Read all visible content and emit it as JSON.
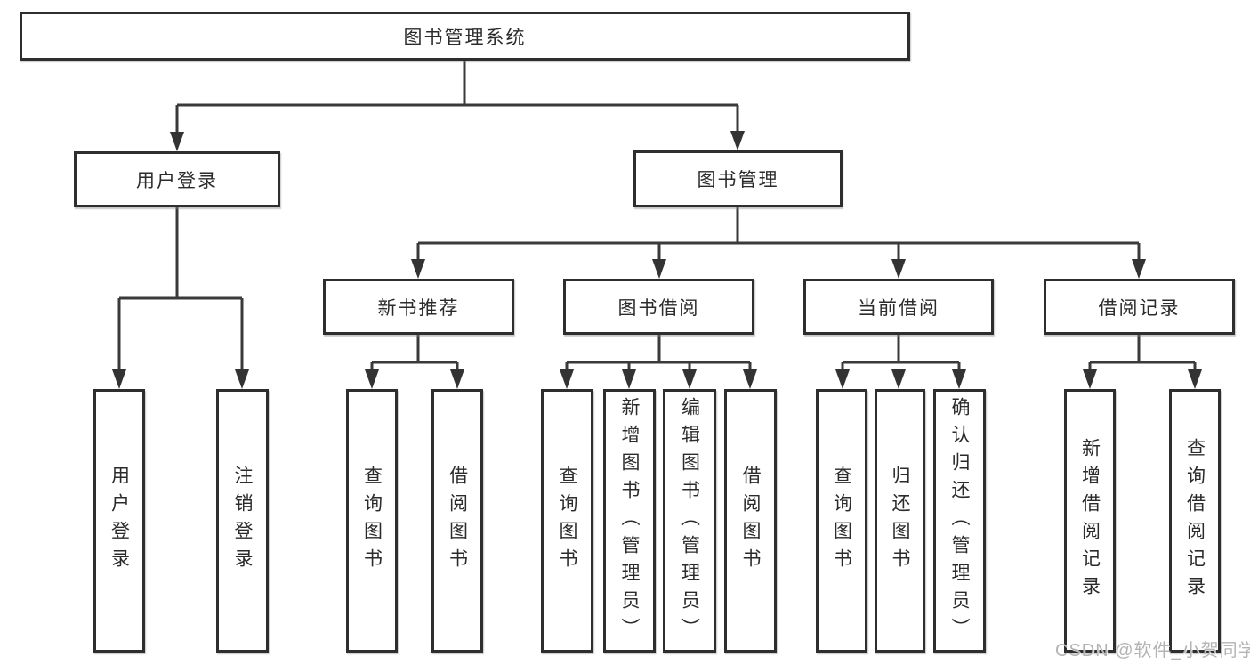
{
  "colors": {
    "background": "#ffffff",
    "line": "#3a3a3a",
    "box_border": "#2e2e2e",
    "text": "#2b2b2b",
    "watermark": "#b3b3b3"
  },
  "watermark": "CSDN @软件_小贺同学",
  "tree": {
    "root": "图书管理系统",
    "level2": {
      "user_login": "用户登录",
      "book_mgmt": "图书管理"
    },
    "user_login_children": {
      "login": "用户登录",
      "logout": "注销登录"
    },
    "book_mgmt_children": {
      "new_book": "新书推荐",
      "borrow": "图书借阅",
      "current": "当前借阅",
      "records": "借阅记录"
    },
    "new_book_children": {
      "query": "查询图书",
      "borrow": "借阅图书"
    },
    "borrow_children": {
      "query": "查询图书",
      "add": "新增图书（管理员）",
      "edit": "编辑图书（管理员）",
      "borrow": "借阅图书"
    },
    "current_children": {
      "query": "查询图书",
      "return": "归还图书",
      "confirm": "确认归还（管理员）"
    },
    "records_children": {
      "add": "新增借阅记录",
      "query": "查询借阅记录"
    }
  }
}
